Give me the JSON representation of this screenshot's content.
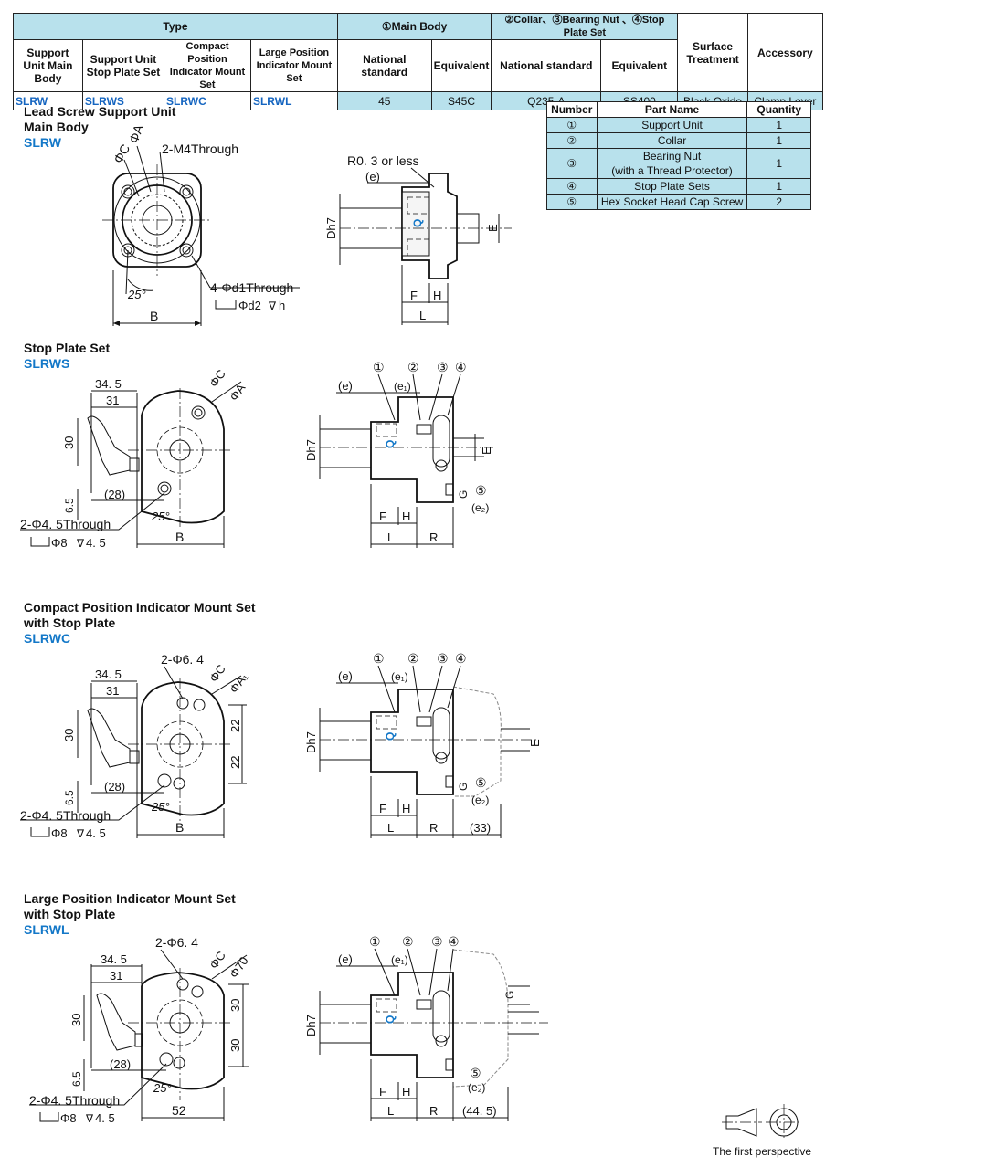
{
  "spec_table": {
    "type_header": "Type",
    "main_body_header": "①Main Body",
    "collar_header": "②Collar、③Bearing Nut 、④Stop Plate Set",
    "surface_header": "Surface Treatment",
    "accessory_header": "Accessory",
    "col_support_unit": "Support Unit Main Body",
    "col_stop_plate": "Support Unit Stop Plate Set",
    "col_compact": "Compact Position Indicator Mount Set",
    "col_large": "Large Position Indicator Mount Set",
    "col_national1": "National standard",
    "col_equivalent1": "Equivalent",
    "col_national2": "National standard",
    "col_equivalent2": "Equivalent",
    "row": {
      "code1": "SLRW",
      "code2": "SLRWS",
      "code3": "SLRWC",
      "code4": "SLRWL",
      "national1": "45",
      "equivalent1": "S45C",
      "national2": "Q235-A",
      "equivalent2": "SS400",
      "surface": "Black Oxide",
      "accessory": "Clamp Lever"
    }
  },
  "parts_table": {
    "headers": [
      "Number",
      "Part Name",
      "Quantity"
    ],
    "rows": [
      {
        "num": "①",
        "name": "Support Unit",
        "qty": "1"
      },
      {
        "num": "②",
        "name": "Collar",
        "qty": "1"
      },
      {
        "num": "③",
        "name": "Bearing Nut\n(with a Thread Protector)",
        "qty": "1"
      },
      {
        "num": "④",
        "name": "Stop Plate Sets",
        "qty": "1"
      },
      {
        "num": "⑤",
        "name": "Hex Socket Head Cap Screw",
        "qty": "2"
      }
    ]
  },
  "sections": {
    "s1": {
      "title1": "Lead Screw Support Unit",
      "title2": "Main Body",
      "code": "SLRW"
    },
    "s2": {
      "title1": "Stop Plate Set",
      "code": "SLRWS"
    },
    "s3": {
      "title1": "Compact Position Indicator Mount Set",
      "title2": "with Stop Plate",
      "code": "SLRWC"
    },
    "s4": {
      "title1": "Large Position Indicator Mount Set",
      "title2": "with Stop Plate",
      "code": "SLRWL"
    }
  },
  "labels": {
    "phiA": "ΦA",
    "phiC": "ΦC",
    "phiA1": "ΦA₁",
    "phi70": "Φ70",
    "m4": "2-M4Through",
    "d1": "4-Φd1Through",
    "d2": "Φd2",
    "d2h": "h",
    "deg25": "25°",
    "B": "B",
    "r03": "R0. 3 or less",
    "e": "(e)",
    "e1": "(e₁)",
    "e2": "(e₂)",
    "Dh7": "Dh7",
    "E": "E",
    "F": "F",
    "H": "H",
    "L": "L",
    "R": "R",
    "G": "G",
    "Q": "Q",
    "d345": "34. 5",
    "d31": "31",
    "d30": "30",
    "d65": "6.5",
    "d28": "(28)",
    "phi45": "2-Φ4. 5Through",
    "phi8": "Φ8",
    "d45": "4. 5",
    "phi64": "2-Φ6. 4",
    "d22": "22",
    "d33": "(33)",
    "d52": "52",
    "d445": "(44. 5)",
    "n1": "①",
    "n2": "②",
    "n3": "③",
    "n4": "④",
    "n5": "⑤",
    "perspective": "The first perspective"
  }
}
